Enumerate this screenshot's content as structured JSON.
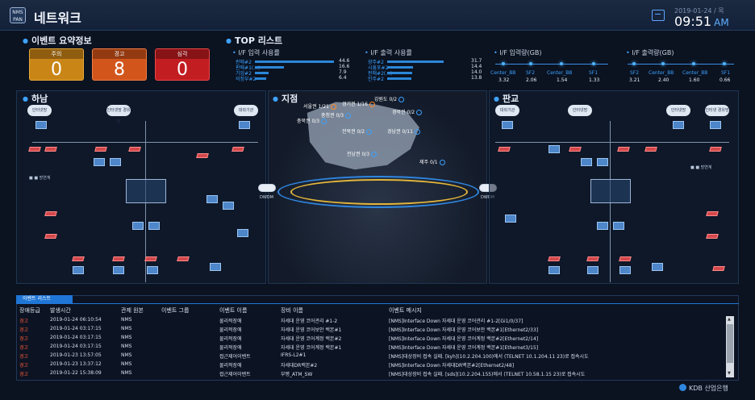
{
  "header": {
    "icon_text": "NMS\nPAN",
    "title": "네트워크",
    "date": "2019-01-24 / 목",
    "time": "09:51",
    "ampm": "AM"
  },
  "event_summary": {
    "title": "이벤트 요약정보",
    "cards": [
      {
        "label": "주의",
        "value": "0",
        "color": "#c98516"
      },
      {
        "label": "경고",
        "value": "8",
        "color": "#d2561c"
      },
      {
        "label": "심각",
        "value": "0",
        "color": "#c21d21"
      }
    ]
  },
  "top_list": {
    "title": "TOP 리스트",
    "if_input": {
      "title": "I/F 입력 사용률",
      "rows": [
        {
          "label": "판매#2",
          "value": "44.6"
        },
        {
          "label": "판매#1(...)",
          "value": "16.6"
        },
        {
          "label": "기업#2",
          "value": "7.9"
        },
        {
          "label": "의정부#2",
          "value": "6.4"
        }
      ]
    },
    "if_output": {
      "title": "I/F 출력 사용률",
      "rows": [
        {
          "label": "광주#2",
          "value": "31.7"
        },
        {
          "label": "시흥포#2",
          "value": "14.4"
        },
        {
          "label": "판매#2(...)",
          "value": "14.0"
        },
        {
          "label": "안주#2",
          "value": "13.8"
        }
      ]
    },
    "if_input_gb": {
      "title": "I/F 입력량(GB)",
      "items": [
        {
          "label": "Center_BB",
          "value": "3.32"
        },
        {
          "label": "SF2",
          "value": "2.06"
        },
        {
          "label": "Center_BB",
          "value": "1.54"
        },
        {
          "label": "SF1",
          "value": "1.33"
        }
      ]
    },
    "if_output_gb": {
      "title": "I/F 출력량(GB)",
      "items": [
        {
          "label": "SF2",
          "value": "3.21"
        },
        {
          "label": "Center_BB",
          "value": "2.40"
        },
        {
          "label": "Center_BB",
          "value": "1.60"
        },
        {
          "label": "SF1",
          "value": "0.66"
        }
      ]
    }
  },
  "panels": {
    "left_title": "하남",
    "center_title": "지점",
    "right_title": "판교",
    "dwdm_left": "DWDM",
    "dwdm_right": "DWDM",
    "legend_left": "■ ■ 방연계",
    "legend_right": "■ ■ 방연계",
    "sites": [
      {
        "name": "서울권 1/21",
        "alarm": true
      },
      {
        "name": "경기권 1/16",
        "alarm": true
      },
      {
        "name": "강원도 0/2",
        "alarm": false
      },
      {
        "name": "충청권 0/3",
        "alarm": false
      },
      {
        "name": "충북권 0/3",
        "alarm": false
      },
      {
        "name": "경북권 0/2",
        "alarm": false
      },
      {
        "name": "전북권 0/2",
        "alarm": false
      },
      {
        "name": "경남권 0/11",
        "alarm": false
      },
      {
        "name": "전남권 0/3",
        "alarm": false
      },
      {
        "name": "제주 0/1",
        "alarm": false
      }
    ],
    "left_clouds": [
      "인터넷망",
      "인터넷망 경유망",
      "대외기관"
    ],
    "right_clouds": [
      "대외기관",
      "인터넷망",
      "인터넷망",
      "인터넷 경유망"
    ]
  },
  "event_list": {
    "tab": "이벤트 리스트",
    "columns": [
      "장애등급",
      "발생시간",
      "관제 원본",
      "이벤트 그룹",
      "이벤트 이름",
      "장비 이름",
      "이벤트 메시지"
    ],
    "rows": [
      [
        "경고",
        "2019-01-24 06:10:54",
        "NMS",
        "",
        "물리적장애",
        "자세대 운영 코어관리 #1-2",
        "[NMS]Interface Down 자세대 운영 코어관리 #1-2[Gi1/0/37]"
      ],
      [
        "경고",
        "2019-01-24 03:17:15",
        "NMS",
        "",
        "물리적장애",
        "자세대 운영 코어보안 백본#1",
        "[NMS]Interface Down 자세대 운영 코어보안 백본#1[Ethernet2/33]"
      ],
      [
        "경고",
        "2019-01-24 03:17:15",
        "NMS",
        "",
        "물리적장애",
        "자세대 운영 코어계정 백본#2",
        "[NMS]Interface Down 자세대 운영 코어계정 백본#2[Ethernet2/14]"
      ],
      [
        "경고",
        "2019-01-24 03:17:15",
        "NMS",
        "",
        "물리적장애",
        "자세대 운영 코어계정 백본#1",
        "[NMS]Interface Down 자세대 운영 코어계정 백본#1[Ethernet3/15]"
      ],
      [
        "경고",
        "2019-01-23 13:57:05",
        "NMS",
        "",
        "접근제어이벤트",
        "IFRS-L2#1",
        "[NMS]대상장비 접속 실패. [kyh](10.2.204.100)에서 (TELNET 10.1.204.11 23)로 접속시도"
      ],
      [
        "경고",
        "2019-01-23 13:37:12",
        "NMS",
        "",
        "물리적장애",
        "자세대DR백본#2",
        "[NMS]Interface Down 자세대DR백본#2[Ethernet2/48]"
      ],
      [
        "경고",
        "2019-01-22 15:38:09",
        "NMS",
        "",
        "접근제어이벤트",
        "부평_ATM_SW",
        "[NMS]대상장비 접속 실패. [sds](10.2.204.155)에서 (TELNET 10.58.1.15 23)로 접속시도"
      ]
    ]
  },
  "brand": "KDB 산업은행"
}
